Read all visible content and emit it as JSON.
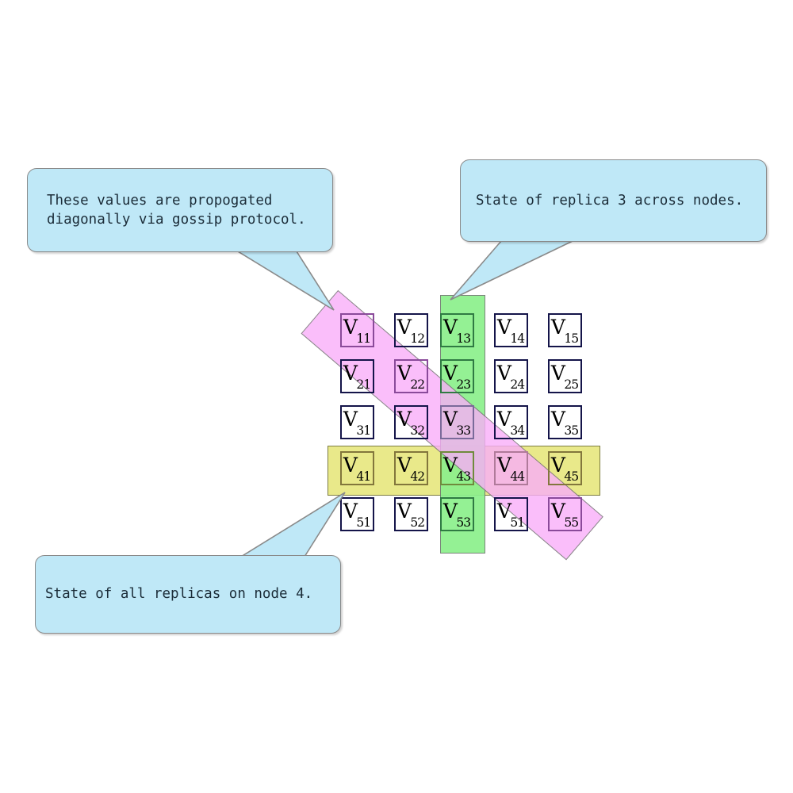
{
  "diagram": {
    "title": "Replica state grid with gossip propagation",
    "background": "#ffffff",
    "colors": {
      "pink_band": "#f9aef9",
      "green_band": "#8cf08c",
      "yellow_band": "#e9e98a",
      "callout_fill": "#bfe8f7",
      "callout_border": "#8a8a8a",
      "cell_border": "#141449",
      "band_outline": "#6b6b6b"
    }
  },
  "grid": {
    "rows": 5,
    "cols": 5,
    "cells": [
      [
        {
          "label": "V",
          "sub": "11",
          "highlight": "pink"
        },
        {
          "label": "V",
          "sub": "12",
          "highlight": "none"
        },
        {
          "label": "V",
          "sub": "13",
          "highlight": "green"
        },
        {
          "label": "V",
          "sub": "14",
          "highlight": "none"
        },
        {
          "label": "V",
          "sub": "15",
          "highlight": "none"
        }
      ],
      [
        {
          "label": "V",
          "sub": "21",
          "highlight": "none"
        },
        {
          "label": "V",
          "sub": "22",
          "highlight": "pink"
        },
        {
          "label": "V",
          "sub": "23",
          "highlight": "green"
        },
        {
          "label": "V",
          "sub": "24",
          "highlight": "none"
        },
        {
          "label": "V",
          "sub": "25",
          "highlight": "none"
        }
      ],
      [
        {
          "label": "V",
          "sub": "31",
          "highlight": "none"
        },
        {
          "label": "V",
          "sub": "32",
          "highlight": "none"
        },
        {
          "label": "V",
          "sub": "33",
          "highlight": "pink-green"
        },
        {
          "label": "V",
          "sub": "34",
          "highlight": "none"
        },
        {
          "label": "V",
          "sub": "35",
          "highlight": "none"
        }
      ],
      [
        {
          "label": "V",
          "sub": "41",
          "highlight": "yellow"
        },
        {
          "label": "V",
          "sub": "42",
          "highlight": "yellow"
        },
        {
          "label": "V",
          "sub": "43",
          "highlight": "green-yellow"
        },
        {
          "label": "V",
          "sub": "44",
          "highlight": "pink-yellow"
        },
        {
          "label": "V",
          "sub": "45",
          "highlight": "yellow"
        }
      ],
      [
        {
          "label": "V",
          "sub": "51",
          "highlight": "none"
        },
        {
          "label": "V",
          "sub": "52",
          "highlight": "none"
        },
        {
          "label": "V",
          "sub": "53",
          "highlight": "green"
        },
        {
          "label": "V",
          "sub": "51",
          "highlight": "none"
        },
        {
          "label": "V",
          "sub": "55",
          "highlight": "pink"
        }
      ]
    ]
  },
  "bands": {
    "diagonal": {
      "name": "gossip-diagonal-band",
      "color": "#f9aef9"
    },
    "column3": {
      "name": "replica-3-column-band",
      "color": "#8cf08c"
    },
    "row4": {
      "name": "node-4-row-band",
      "color": "#e9e98a"
    }
  },
  "callouts": {
    "gossip": {
      "line1": "These values are propogated",
      "line2": "diagonally via gossip protocol."
    },
    "replica3": {
      "line1": "State of replica 3 across nodes."
    },
    "node4": {
      "line1": "State of all replicas on node 4."
    }
  }
}
